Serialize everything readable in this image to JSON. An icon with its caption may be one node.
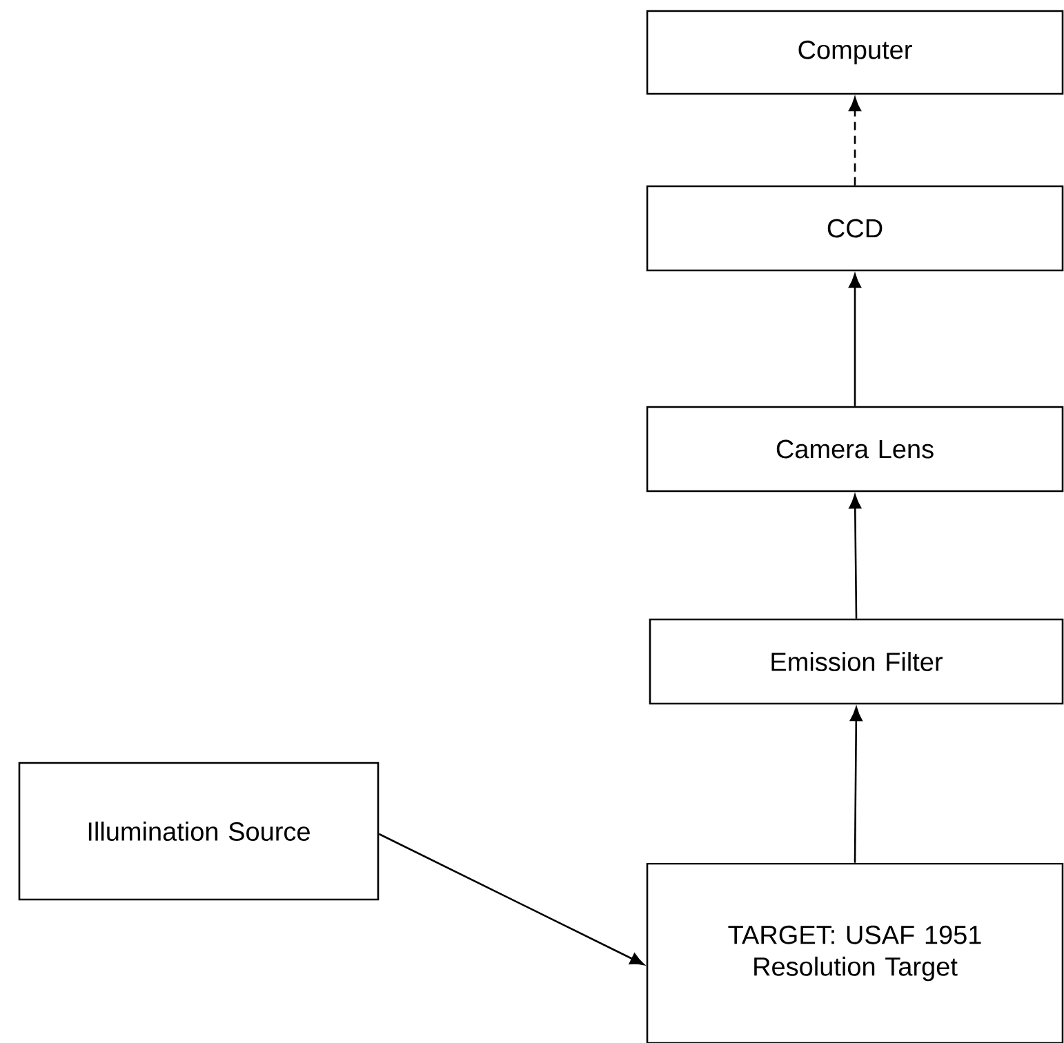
{
  "diagram": {
    "nodes": [
      {
        "text": [
          "Computer"
        ]
      },
      {
        "text": [
          "CCD"
        ]
      },
      {
        "text": [
          "Camera Lens"
        ]
      },
      {
        "text": [
          "Emission Filter"
        ]
      },
      {
        "text": [
          "Illumination Source"
        ]
      },
      {
        "text": [
          "TARGET: USAF 1951 Resolution Target"
        ]
      }
    ],
    "edges": [
      {
        "from": 5,
        "to": 3,
        "arrow": "to"
      },
      {
        "from": 3,
        "to": 2,
        "arrow": "to"
      },
      {
        "from": 2,
        "to": 1,
        "arrow": "to"
      },
      {
        "from": 1,
        "to": 0,
        "arrow": "to",
        "style": "dashed"
      },
      {
        "from": 4,
        "to": 5,
        "arrow": "to"
      }
    ]
  }
}
